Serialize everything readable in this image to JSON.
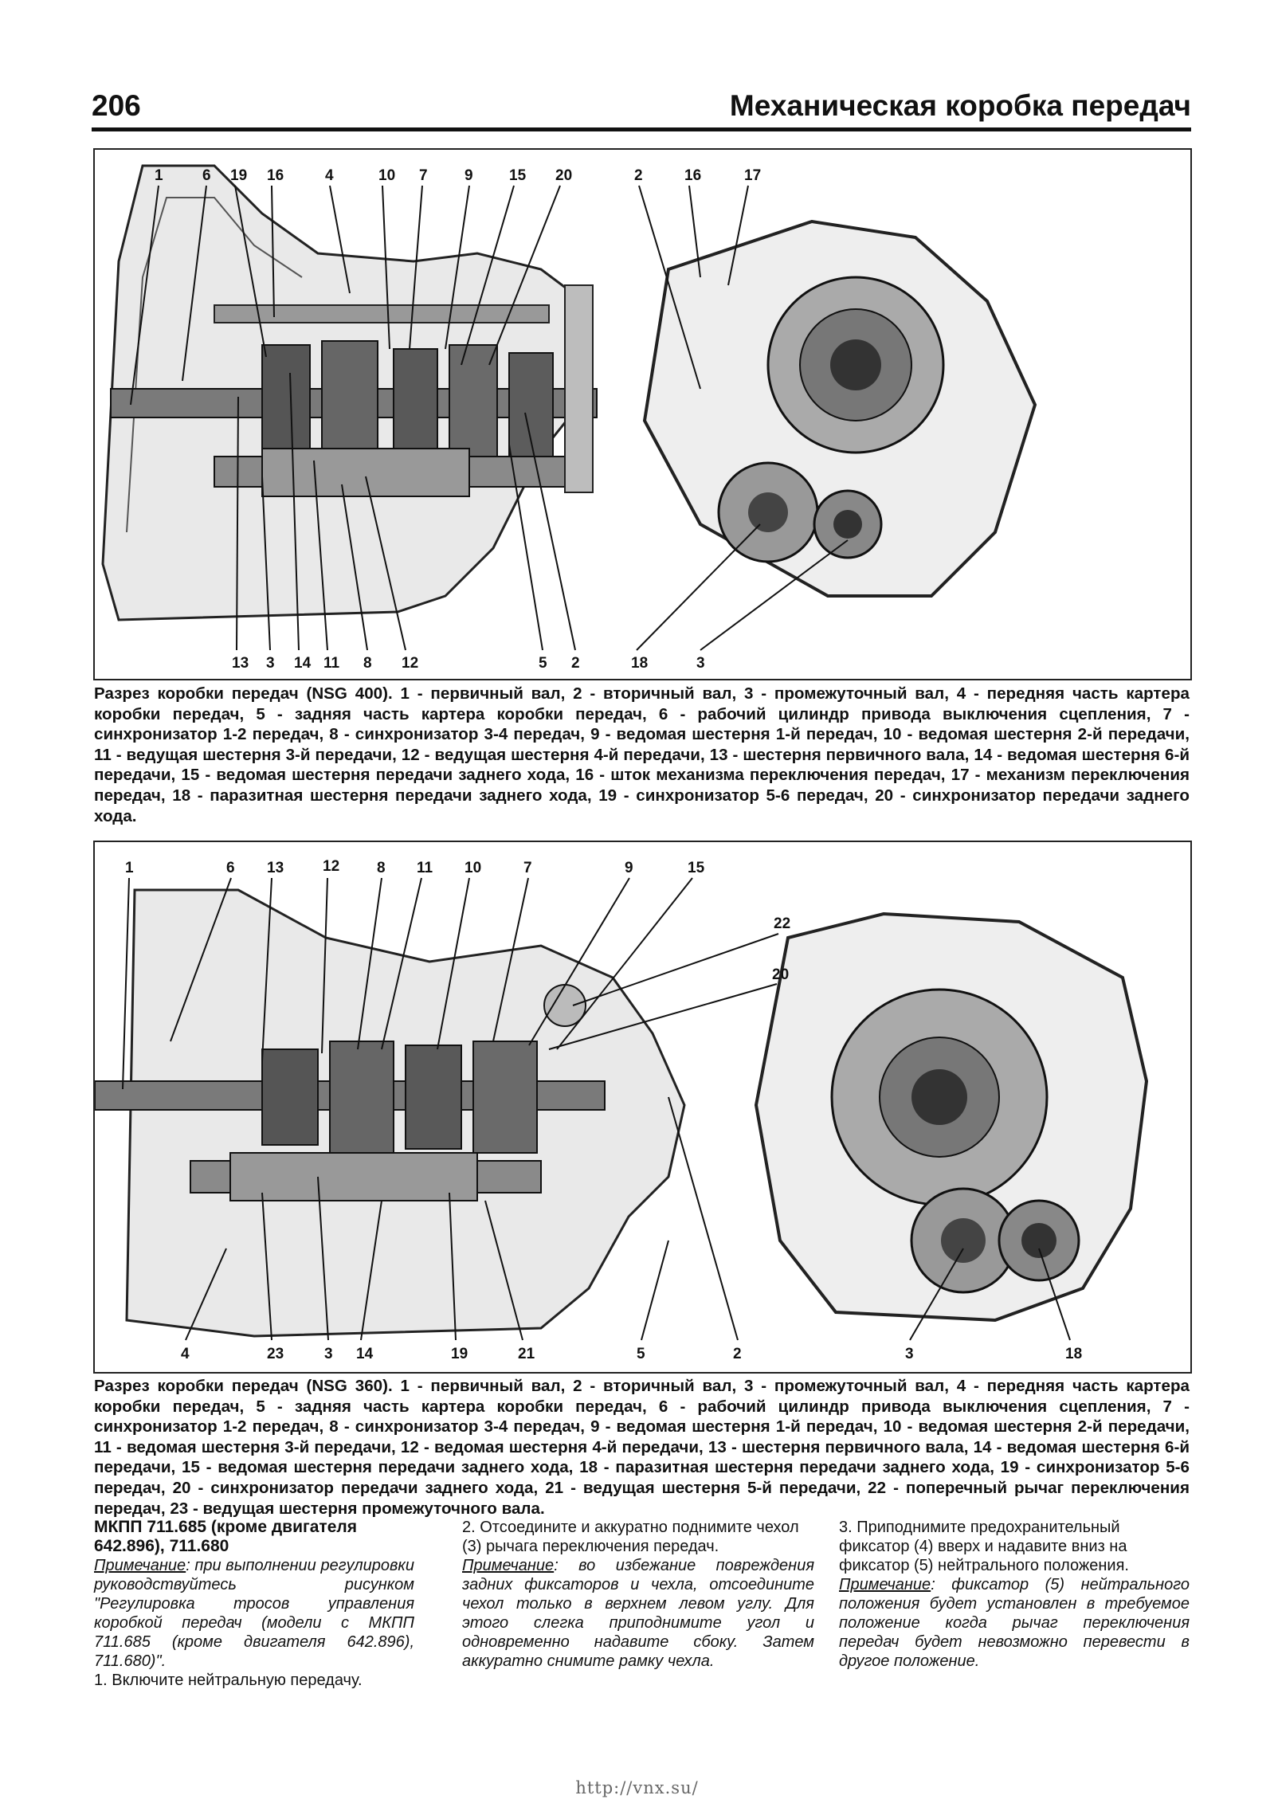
{
  "header": {
    "page_number": "206",
    "chapter_title": "Механическая коробка передач"
  },
  "figure1": {
    "callouts_top": [
      "1",
      "6",
      "19",
      "16",
      "4",
      "10",
      "7",
      "9",
      "15",
      "20",
      "2",
      "16",
      "17"
    ],
    "callouts_bottom": [
      "13",
      "3",
      "14",
      "11",
      "8",
      "12",
      "5",
      "2",
      "18",
      "3"
    ],
    "caption": "Разрез коробки передач (NSG 400). 1 - первичный вал, 2 - вторичный вал, 3 - промежуточный вал, 4 - передняя часть картера коробки передач, 5 - задняя часть картера коробки передач, 6 - рабочий цилиндр привода выключения сцепления, 7 - синхронизатор 1-2 передач, 8 - синхронизатор 3-4 передач, 9 - ведомая шестерня 1-й передач, 10 - ведомая шестерня 2-й передачи, 11 - ведущая шестерня 3-й передачи, 12 - ведущая шестерня 4-й передачи, 13 - шестерня первичного вала, 14 - ведомая шестерня 6-й передачи, 15 - ведомая шестерня передачи заднего хода, 16 - шток механизма переключения передач, 17 - механизм переключения передач, 18 - паразитная шестерня передачи заднего хода, 19 - синхронизатор 5-6 передач, 20 - синхронизатор передачи заднего хода."
  },
  "figure2": {
    "callouts_top": [
      "1",
      "6",
      "13",
      "12",
      "8",
      "11",
      "10",
      "7",
      "9",
      "15"
    ],
    "callouts_right": [
      "22",
      "20"
    ],
    "callouts_bottom": [
      "4",
      "23",
      "3",
      "14",
      "19",
      "21",
      "5",
      "2",
      "3",
      "18"
    ],
    "caption": "Разрез коробки передач (NSG 360). 1 - первичный вал, 2 - вторичный вал, 3 - промежуточный вал, 4 - передняя часть картера коробки передач, 5 - задняя часть картера коробки передач, 6 - рабочий цилиндр привода выключения сцепления, 7 - синхронизатор 1-2 передач, 8 - синхронизатор 3-4 передач, 9 - ведомая шестерня 1-й передач, 10 - ведомая шестерня 2-й передачи, 11 - ведомая шестерня 3-й передачи, 12 - ведомая шестерня 4-й передачи, 13 - шестерня первичного вала, 14 - ведомая шестерня 6-й передачи, 15 - ведомая шестерня передачи заднего хода, 18 - паразитная шестерня передачи заднего хода, 19 - синхронизатор 5-6 передач, 20 - синхронизатор передачи заднего хода, 21 - ведущая шестерня 5-й передачи, 22 - поперечный рычаг переключения передач, 23 - ведущая шестерня промежуточного вала."
  },
  "col1": {
    "heading": "МКПП 711.685 (кроме двигателя 642.896), 711.680",
    "note_label": "Примечание",
    "note_text": ": при выполнении регулировки руководствуйтесь рисунком \"Регулировка тросов управления коробкой передач (модели с МКПП 711.685 (кроме двигателя 642.896), 711.680)\".",
    "step": "1. Включите нейтральную передачу."
  },
  "col2": {
    "step": "2. Отсоедините и аккуратно поднимите чехол (3) рычага переключения передач.",
    "note_label": "Примечание",
    "note_text": ": во избежание повреждения задних фиксаторов и чехла, отсоедините чехол только в верхнем левом углу. Для этого слегка приподнимите угол и одновременно надавите сбоку. Затем аккуратно снимите рамку чехла."
  },
  "col3": {
    "step": "3. Приподнимите предохранительный фиксатор (4) вверх и надавите вниз на фиксатор (5) нейтрального положения.",
    "note_label": "Примечание",
    "note_text": ": фиксатор (5) нейтрального положения будет установлен в требуемое положение когда рычаг переключения передач будет невозможно перевести в другое положение."
  },
  "footer": {
    "url": "http://vnx.su/"
  }
}
